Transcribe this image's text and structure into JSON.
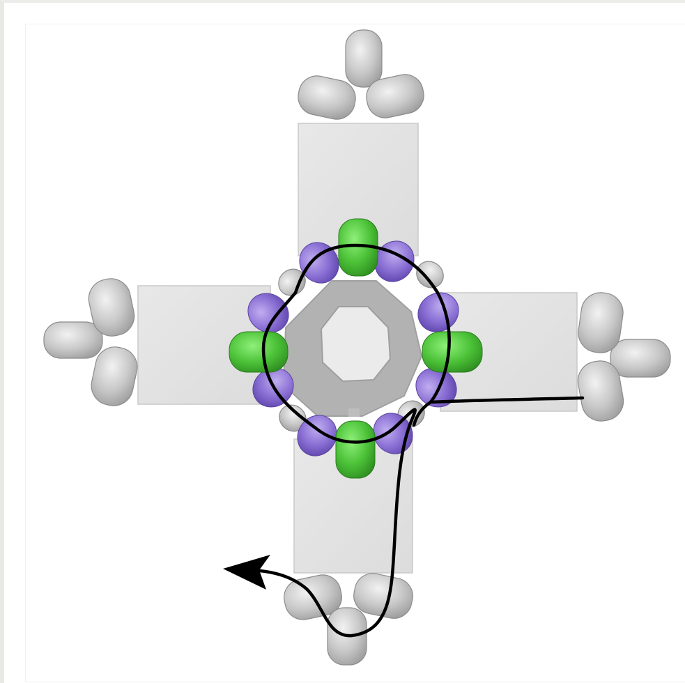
{
  "colors": {
    "background": "#ffffff",
    "frame": "#e8e8e4",
    "panel": "#e3e3e3",
    "panel_edge": "#c9c9c9",
    "ring": "#b0b0b0",
    "ring_hole": "#e9e9e9",
    "bead_gray": "#c4c4c4",
    "bead_green": "#52c43a",
    "bead_purple": "#8b6fd3",
    "thread": "#000000"
  },
  "diagram": {
    "panels": [
      "top-panel",
      "bottom-panel",
      "left-panel",
      "right-panel"
    ],
    "center_ring": "octagon",
    "bead_types": [
      "seed-bead-gray",
      "accent-bead-green",
      "accent-bead-purple",
      "drop-bead-gray"
    ],
    "thread_path": "thread-path-with-arrow"
  }
}
